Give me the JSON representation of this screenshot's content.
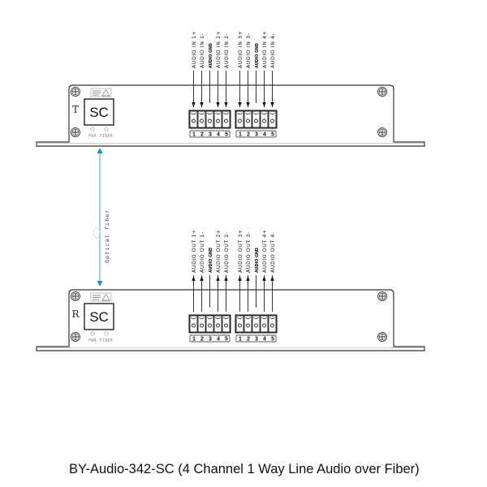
{
  "title": "BY-Audio-342-SC (4 Channel 1 Way Line Audio over Fiber)",
  "colors": {
    "line": "#333333",
    "fiber": "#6fb7dc",
    "fiber_arrow": "#1b8fd0",
    "text": "#111111"
  },
  "fiber_label": "Optical fiber",
  "transmitter": {
    "side_label": "T",
    "connector_label": "SC",
    "led_labels": [
      "PWR",
      "FIBER"
    ],
    "laser_label": "INVISIBLE LASER RADIATION",
    "pin_labels": [
      "AUDIO IN 1+",
      "AUDIO IN 1-",
      "AUDIO GND",
      "AUDIO IN 2+",
      "AUDIO IN 2-",
      "AUDIO IN 3+",
      "AUDIO IN 3-",
      "AUDIO GND",
      "AUDIO IN 4+",
      "AUDIO IN 4-"
    ],
    "terminal_numbers": [
      "1",
      "2",
      "3",
      "4",
      "5"
    ]
  },
  "receiver": {
    "side_label": "R",
    "connector_label": "SC",
    "led_labels": [
      "PWR",
      "FIBER"
    ],
    "laser_label": "INVISIBLE LASER RADIATION",
    "pin_labels": [
      "AUDIO OUT 1+",
      "AUDIO OUT 1-",
      "AUDIO GND",
      "AUDIO OUT 2+",
      "AUDIO OUT 2-",
      "AUDIO OUT 3+",
      "AUDIO OUT 3-",
      "AUDIO GND",
      "AUDIO OUT 4+",
      "AUDIO OUT 4-"
    ],
    "terminal_numbers": [
      "1",
      "2",
      "3",
      "4",
      "5"
    ]
  }
}
